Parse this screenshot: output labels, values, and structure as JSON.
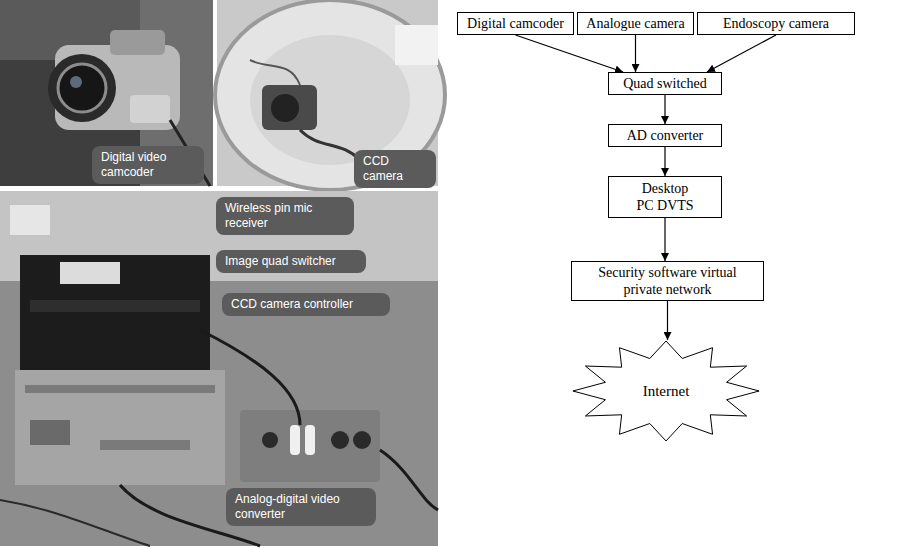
{
  "diagram": {
    "nodes": [
      {
        "text": [
          "Digital video camcoder"
        ]
      },
      {
        "text": [
          "CCD camera"
        ]
      },
      {
        "text": [
          "Wireless pin mic receiver"
        ]
      },
      {
        "text": [
          "Image quad switcher"
        ]
      },
      {
        "text": [
          "CCD camera controller"
        ]
      },
      {
        "text": [
          "Analog-digital video converter"
        ]
      },
      {
        "text": [
          "Digital camcoder"
        ]
      },
      {
        "text": [
          "Analogue camera"
        ]
      },
      {
        "text": [
          "Endoscopy camera"
        ]
      },
      {
        "text": [
          "Quad switched"
        ]
      },
      {
        "text": [
          "AD converter"
        ]
      },
      {
        "text": [
          "Desktop PC DVTS"
        ]
      },
      {
        "text": [
          "Security software virtual private network"
        ]
      },
      {
        "text": [
          "Internet"
        ]
      }
    ],
    "edges": [
      {
        "from": 6,
        "to": 9,
        "arrow": "to"
      },
      {
        "from": 7,
        "to": 9,
        "arrow": "to"
      },
      {
        "from": 8,
        "to": 9,
        "arrow": "to"
      },
      {
        "from": 9,
        "to": 10,
        "arrow": "to"
      },
      {
        "from": 10,
        "to": 11,
        "arrow": "to"
      },
      {
        "from": 11,
        "to": 12,
        "arrow": "to"
      },
      {
        "from": 12,
        "to": 13,
        "arrow": "to"
      }
    ]
  }
}
